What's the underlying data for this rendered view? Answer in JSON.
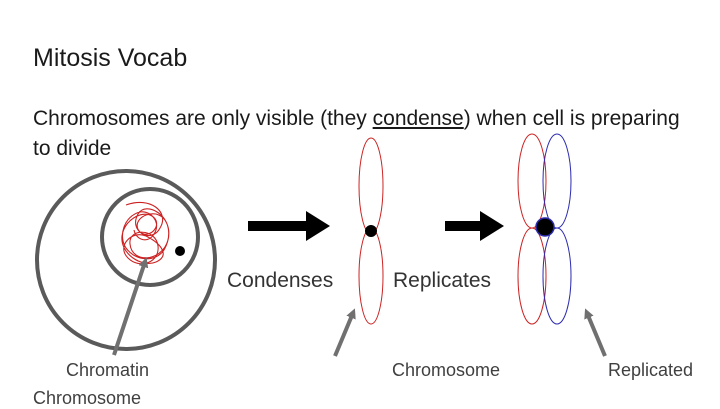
{
  "slide": {
    "title": "Mitosis Vocab",
    "body": {
      "part1": "Chromosomes are only visible (they ",
      "underlined": "condense",
      "part2": ") when cell is preparing to divide"
    },
    "labels": {
      "condenses": "Condenses",
      "replicates": "Replicates",
      "chromatin_line1": "Chromatin",
      "chromatin_line2": "Chromosome",
      "chromosome": "Chromosome",
      "replicated": "Replicated"
    }
  },
  "colors": {
    "chromatin": "#cc2222",
    "chromosome": "#cc2222",
    "replicated_copy": "#2b2bb0",
    "arrows": "#000000",
    "pointers": "#707070"
  },
  "icons": {
    "process_arrow": "right-arrow-icon",
    "pointer_arrow": "up-arrow-icon"
  }
}
